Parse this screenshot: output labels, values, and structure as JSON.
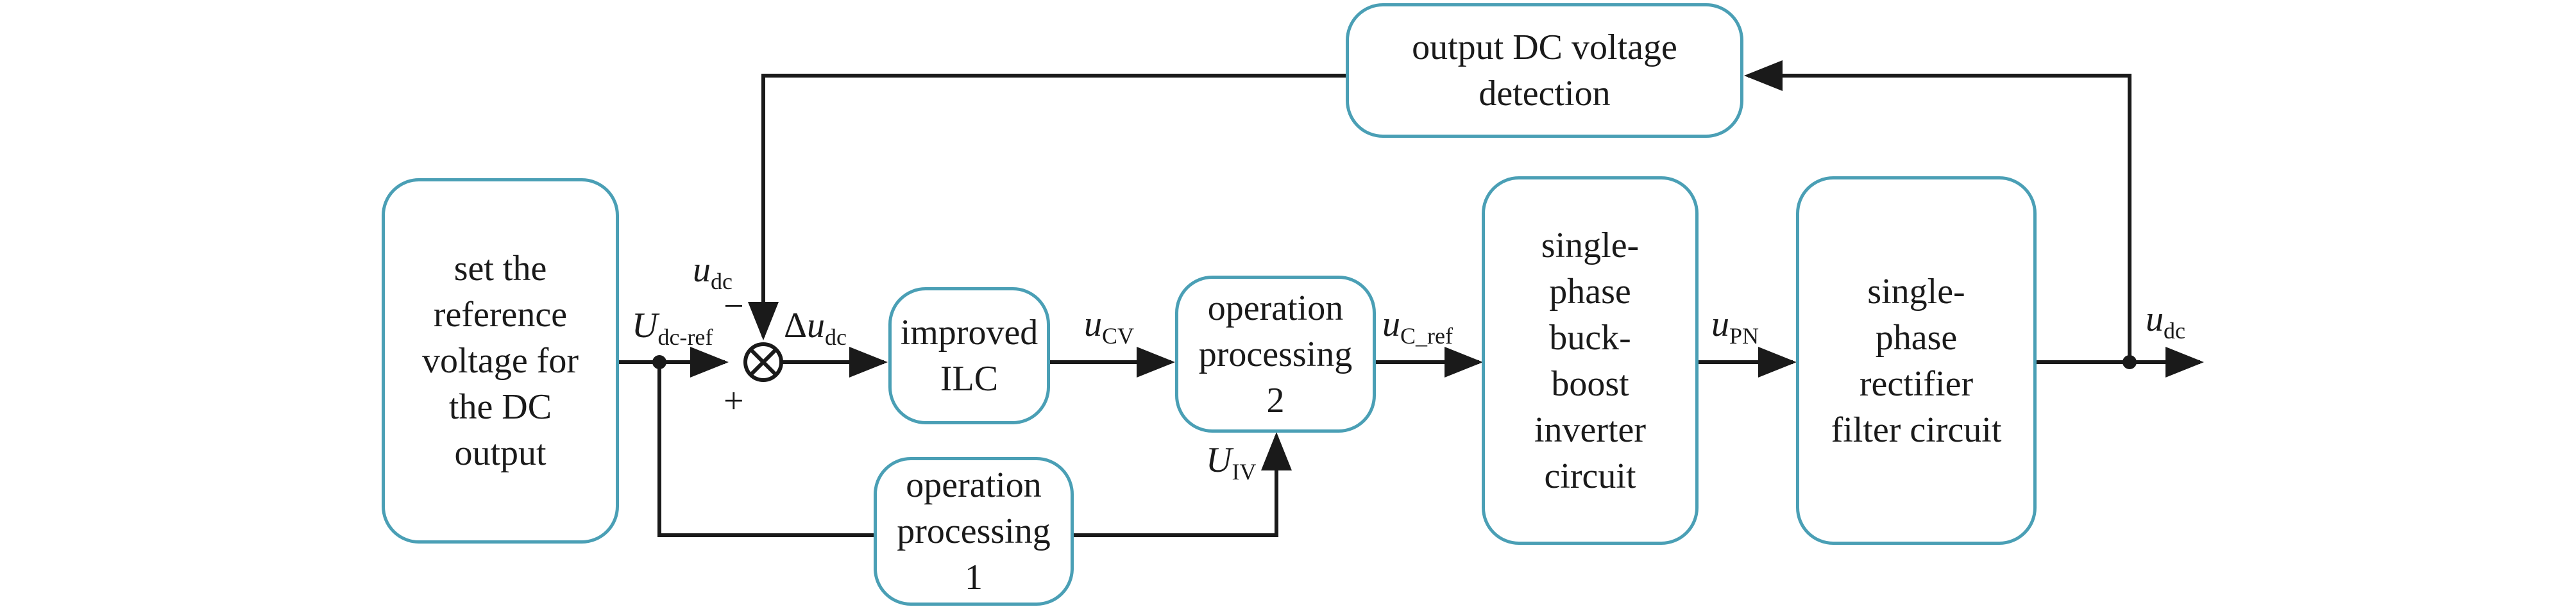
{
  "blocks": {
    "set_ref": "set the\nreference\nvoltage for\nthe DC\noutput",
    "improved_ilc": "improved\nILC",
    "op_proc_2": "operation\nprocessing\n2",
    "op_proc_1": "operation\nprocessing\n1",
    "buck_boost": "single-\nphase\nbuck-\nboost\ninverter\ncircuit",
    "rectifier": "single-\nphase\nrectifier\nfilter circuit",
    "dc_detect": "output DC voltage\ndetection"
  },
  "signals": {
    "udc_ref": {
      "main": "U",
      "sub": "dc-ref"
    },
    "udc_fb": {
      "main": "u",
      "sub": "dc"
    },
    "delta_udc": {
      "prefix": "Δ",
      "main": "u",
      "sub": "dc"
    },
    "ucv": {
      "main": "u",
      "sub": "CV"
    },
    "uc_ref": {
      "main": "u",
      "sub": "C_ref"
    },
    "uiv": {
      "main": "U",
      "sub": "IV"
    },
    "upn": {
      "main": "u",
      "sub": "PN"
    },
    "udc_out": {
      "main": "u",
      "sub": "dc"
    }
  },
  "summing_signs": {
    "minus": "−",
    "plus": "+"
  },
  "colors": {
    "block_border": "#4a9fb5",
    "line": "#1a1a1a"
  }
}
